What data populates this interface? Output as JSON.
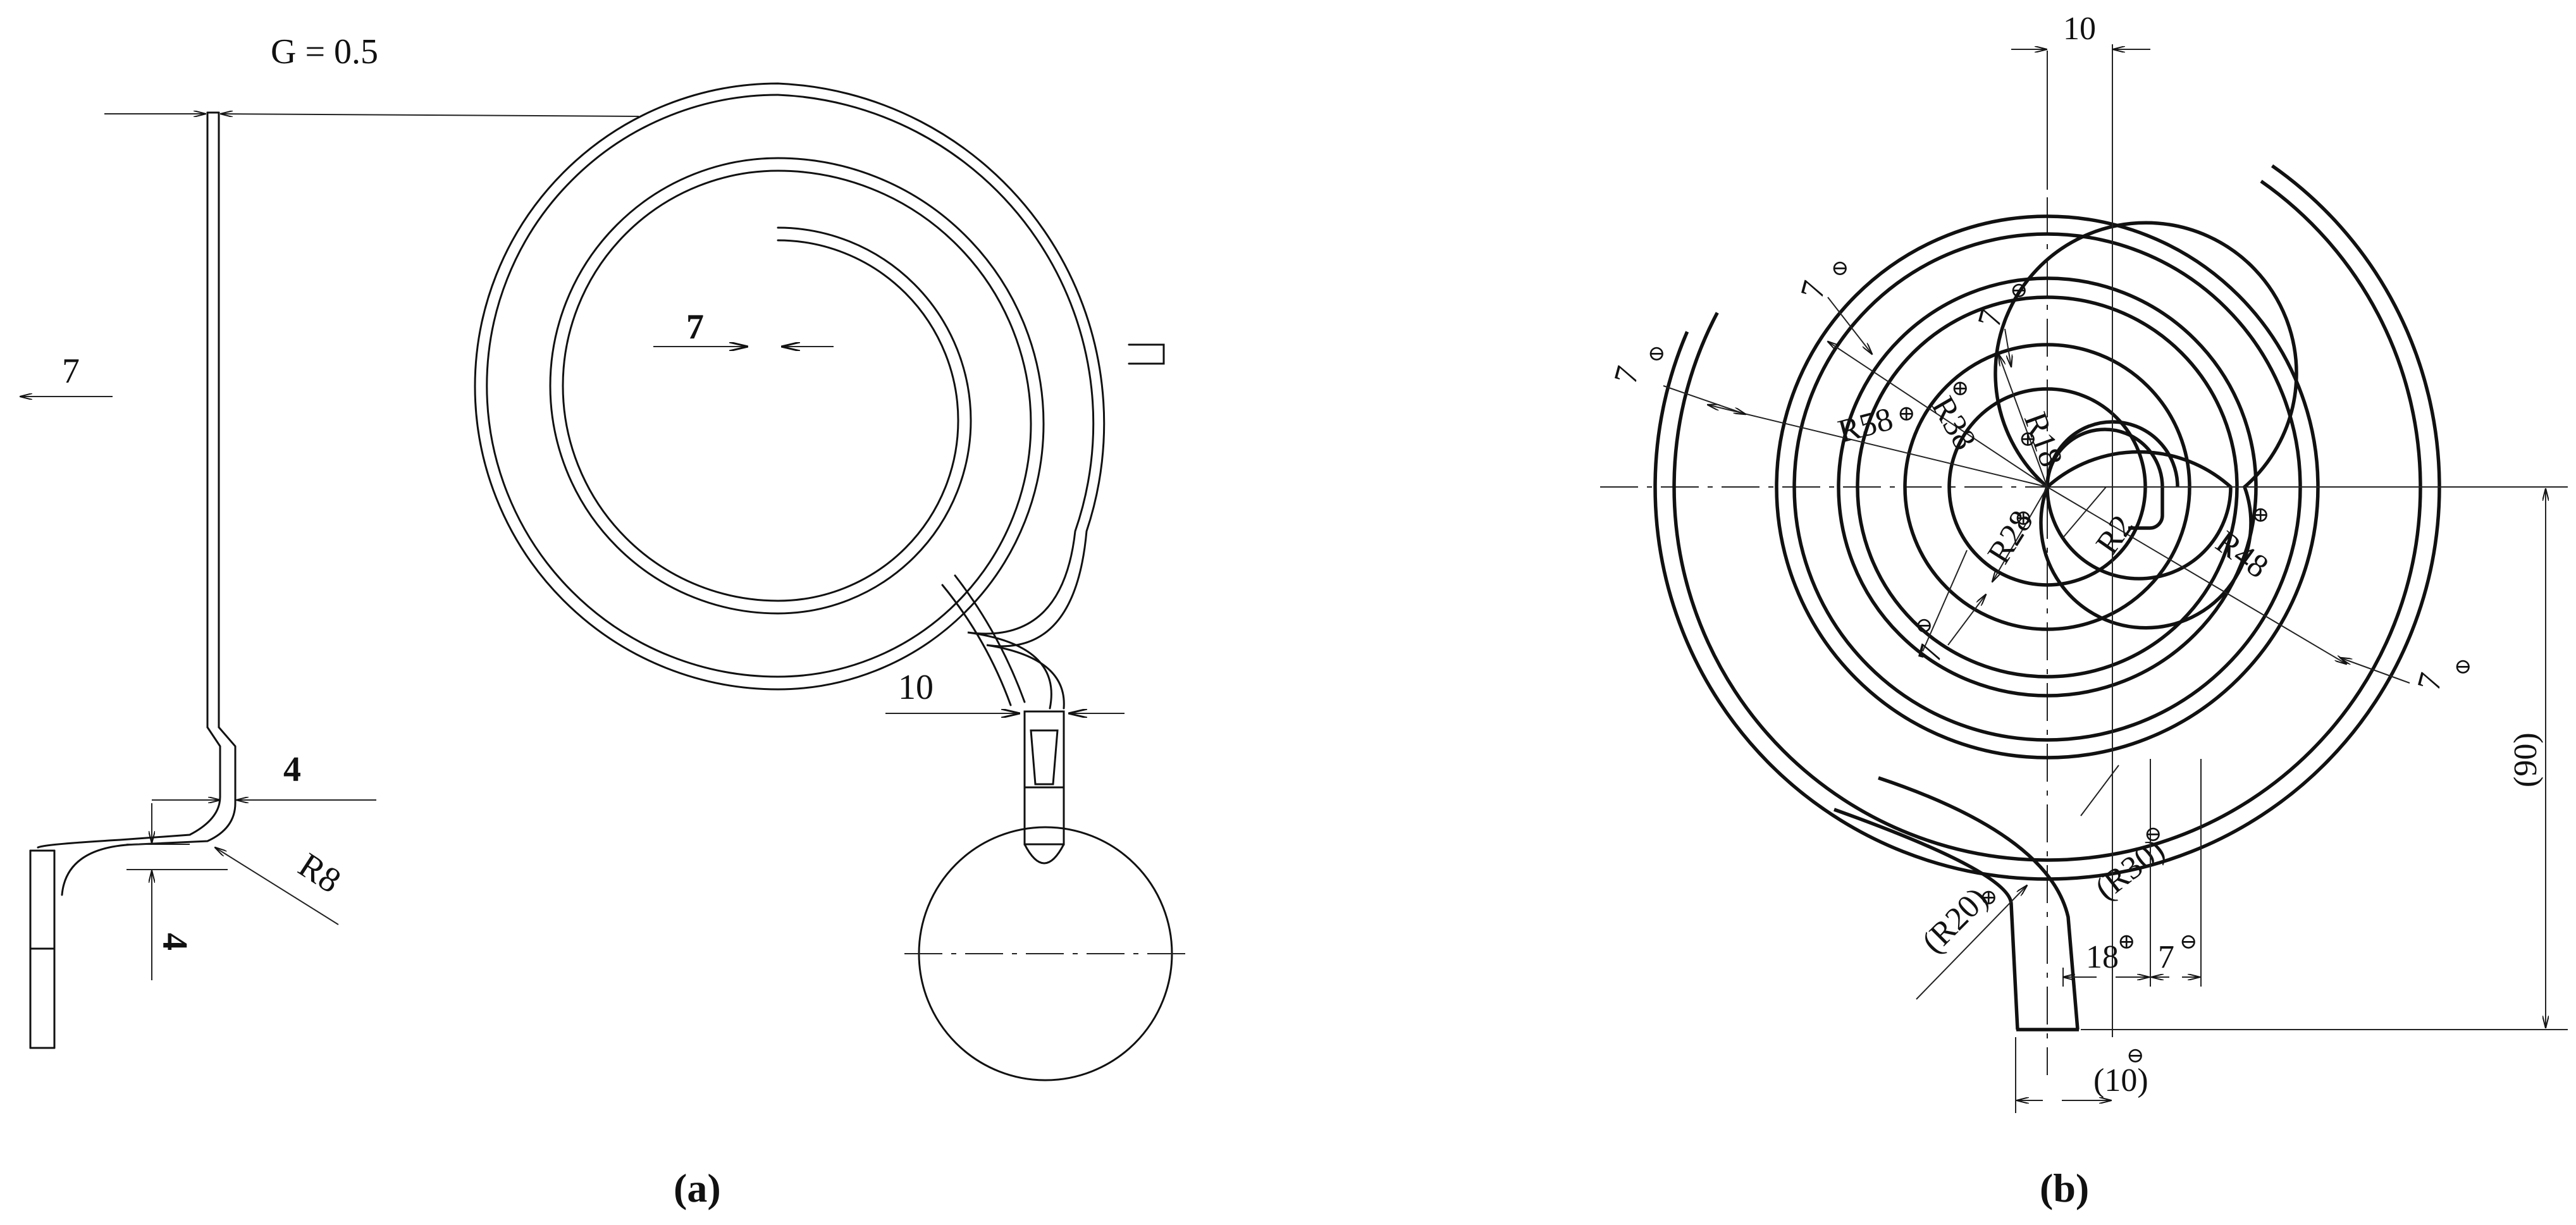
{
  "panel_a": {
    "gap_label": "G = 0.5",
    "arrow_label_7": "7",
    "dim_4_horizontal": "4",
    "dim_4_vertical": "4",
    "radius_label": "R8",
    "spiral_width_label": "7",
    "outlet_width_label": "10",
    "caption": "(a)"
  },
  "panel_b": {
    "top_width_label": "10",
    "r58": "R58",
    "r38": "R38",
    "r18": "R18",
    "r28": "R28",
    "r48": "R48",
    "r2": "R2",
    "r30_paren": "(R30)",
    "r20_paren": "(R20)",
    "dim_90_paren": "(90)",
    "dim_18": "18",
    "dim_7_bottom": "7",
    "dim_10_paren": "(10)",
    "section_7a": "7",
    "section_7b": "7",
    "section_7c": "7",
    "section_7d": "7",
    "section_7e": "7",
    "plus_symbol": "⊕",
    "minus_symbol": "⊖",
    "caption": "(b)"
  }
}
